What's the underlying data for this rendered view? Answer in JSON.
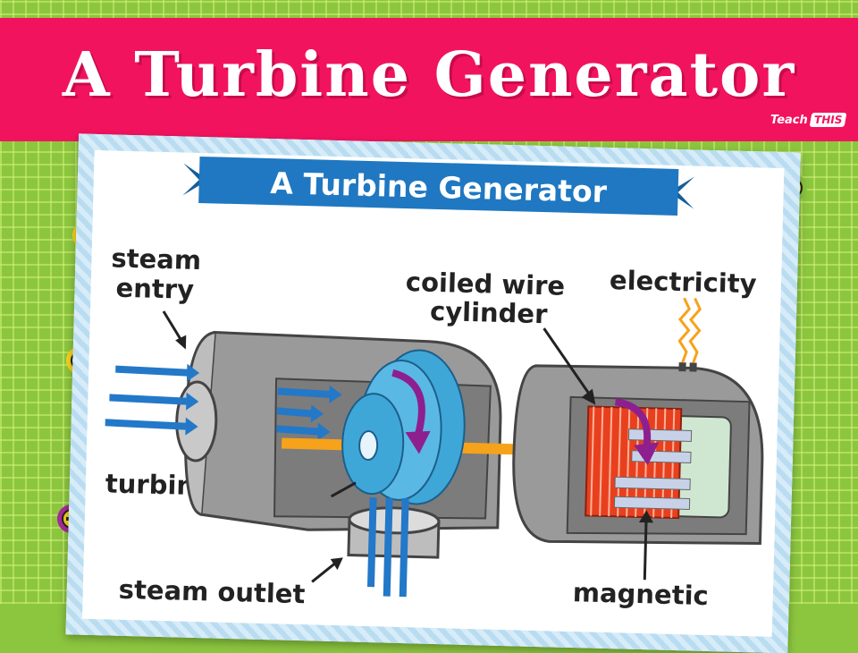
{
  "header": {
    "title": "A Turbine Generator",
    "brand_teach": "Teach",
    "brand_this": "THIS"
  },
  "poster": {
    "ribbon_title": "A Turbine Generator",
    "labels": {
      "steam_entry_line1": "steam",
      "steam_entry_line2": "entry",
      "coiled_wire_line1": "coiled wire",
      "coiled_wire_line2": "cylinder",
      "electricity": "electricity",
      "turbine_blades": "turbine blades",
      "steam_outlet": "steam outlet",
      "magnetic": "magnetic"
    }
  },
  "colors": {
    "banner": "#f2135f",
    "background": "#8cc63f",
    "ribbon": "#1f78c1",
    "housing": "#9a9a9a",
    "arrows": "#2378c8",
    "shaft": "#f7a21b",
    "coil": "#e8401e",
    "rotation_arrow": "#8e1f8f",
    "turbine": "#3fa7d8"
  },
  "icons": [
    "plus-icon",
    "minus-icon",
    "plug-icon",
    "lightning-icon"
  ]
}
